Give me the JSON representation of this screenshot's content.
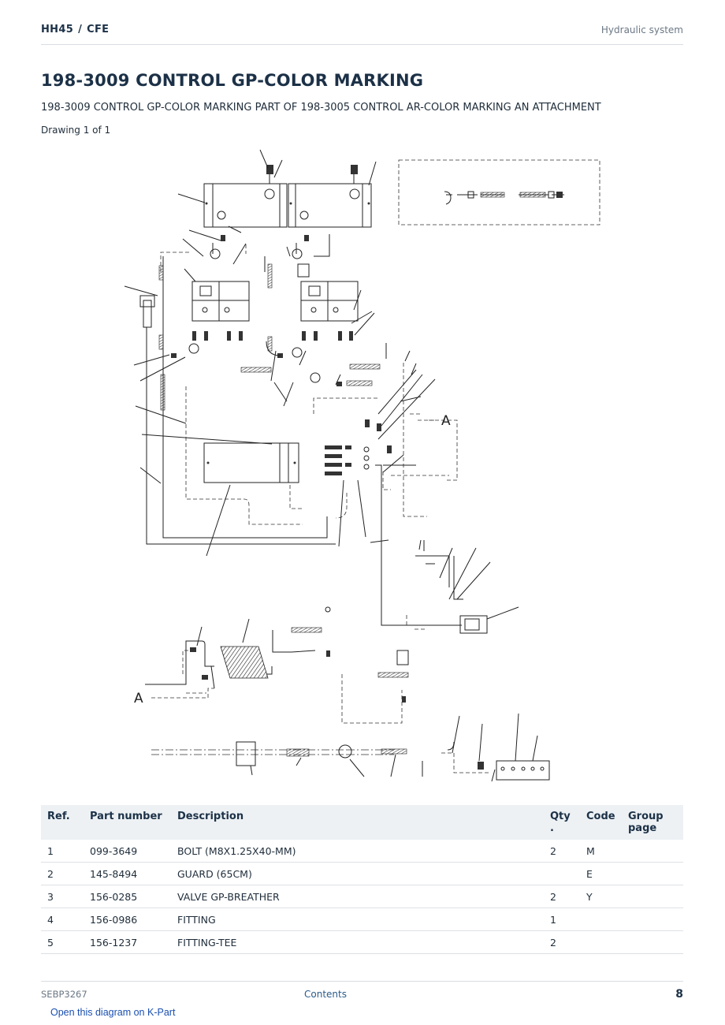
{
  "header": {
    "brand_left": "HH45",
    "brand_sep": "/",
    "brand_right": "CFE",
    "section": "Hydraulic system"
  },
  "page_title": "198-3009 CONTROL GP-COLOR MARKING",
  "subtitle": "198-3009 CONTROL GP-COLOR MARKING PART OF 198-3005 CONTROL AR-COLOR MARKING AN ATTACHMENT",
  "drawing_count": "Drawing 1 of 1",
  "diagram": {
    "callout_a_label": "A"
  },
  "parts_table": {
    "columns": {
      "ref": "Ref.",
      "part_number": "Part number",
      "description": "Description",
      "qty": "Qty .",
      "code": "Code",
      "group_page": "Group page"
    },
    "rows": [
      {
        "ref": "1",
        "part_number": "099-3649",
        "description": "BOLT (M8X1.25X40-MM)",
        "qty": "2",
        "code": "M",
        "group_page": ""
      },
      {
        "ref": "2",
        "part_number": "145-8494",
        "description": "GUARD (65CM)",
        "qty": "",
        "code": "E",
        "group_page": ""
      },
      {
        "ref": "3",
        "part_number": "156-0285",
        "description": "VALVE GP-BREATHER",
        "qty": "2",
        "code": "Y",
        "group_page": ""
      },
      {
        "ref": "4",
        "part_number": "156-0986",
        "description": "FITTING",
        "qty": "1",
        "code": "",
        "group_page": ""
      },
      {
        "ref": "5",
        "part_number": "156-1237",
        "description": "FITTING-TEE",
        "qty": "2",
        "code": "",
        "group_page": ""
      }
    ]
  },
  "footer": {
    "doc_id": "SEBP3267",
    "contents_link": "Contents",
    "page_number": "8"
  },
  "kpart_link": "Open this diagram on K-Part"
}
